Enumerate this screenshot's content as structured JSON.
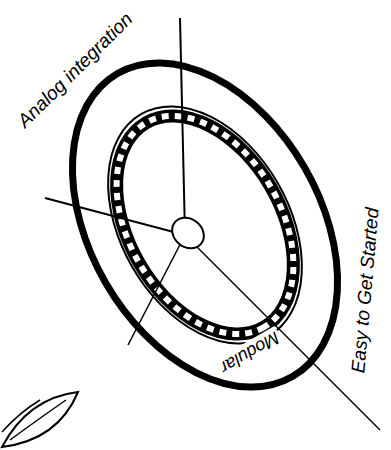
{
  "diagram": {
    "labels": [
      "Analog integration",
      "Easy to Get Started",
      "Modular"
    ]
  }
}
